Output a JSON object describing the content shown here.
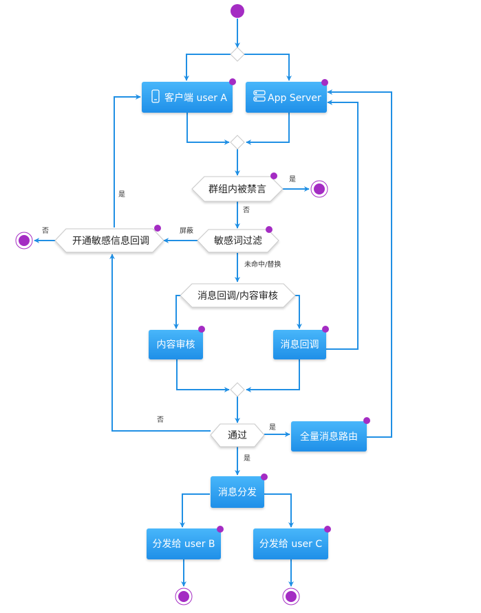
{
  "colors": {
    "edge": "#1f8fe4",
    "node_fill_top": "#48b6fa",
    "node_fill_bottom": "#1f8fe8",
    "node_text": "#ffffff",
    "decision_fill": "#ffffff",
    "decision_stroke": "#c8c8c8",
    "decision_text": "#222222",
    "status_dot": "#a42cc3",
    "terminal": "#a42cc3"
  },
  "nodes": {
    "client_a": {
      "label": "客户端 user A",
      "icon": "mobile-phone-icon"
    },
    "app_server": {
      "label": "App Server",
      "icon": "server-icon"
    },
    "group_banned": {
      "label": "群组内被禁言"
    },
    "sensitive_filter": {
      "label": "敏感词过滤"
    },
    "sensitive_callback": {
      "label": "开通敏感信息回调"
    },
    "callback_or_review": {
      "label": "消息回调/内容审核"
    },
    "content_review": {
      "label": "内容审核"
    },
    "message_callback": {
      "label": "消息回调"
    },
    "pass": {
      "label": "通过"
    },
    "full_routing": {
      "label": "全量消息路由"
    },
    "dispatch": {
      "label": "消息分发"
    },
    "to_user_b": {
      "label": "分发给 user B"
    },
    "to_user_c": {
      "label": "分发给 user C"
    }
  },
  "edge_labels": {
    "banned_yes": "是",
    "banned_no": "否",
    "filter_block": "屏蔽",
    "filter_miss_replace": "未命中/替换",
    "callback_no": "否",
    "callback_yes": "是",
    "pass_no": "否",
    "pass_yes_route": "是",
    "pass_yes_dispatch": "是"
  }
}
